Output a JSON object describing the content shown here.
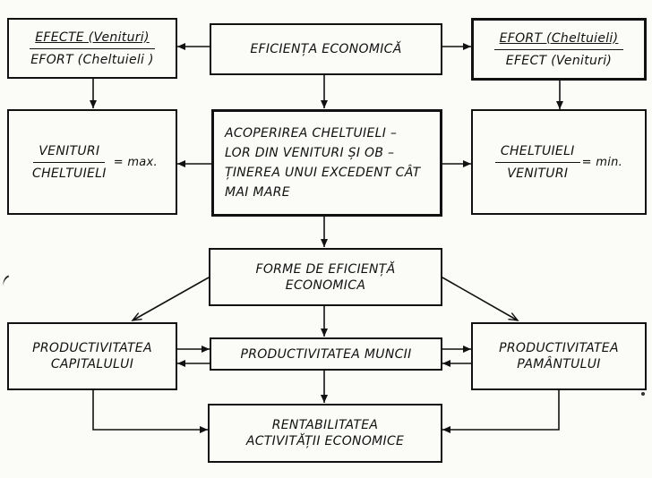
{
  "diagram": {
    "top_left": {
      "numerator": "EFECTE (Venituri)",
      "denominator": "EFORT (Cheltuieli )"
    },
    "top_center": {
      "label": "EFICIENȚA ECONOMICĂ"
    },
    "top_right": {
      "numerator": "EFORT (Cheltuieli)",
      "denominator": "EFECT (Venituri)"
    },
    "mid_left": {
      "numerator": "VENITURI",
      "denominator": "CHELTUIELI",
      "suffix": "= max."
    },
    "mid_center": {
      "lines": [
        "ACOPERIREA CHELTUIELI –",
        "LOR DIN VENITURI ȘI OB –",
        "ȚINEREA UNUI EXCEDENT CÂT",
        "MAI MARE"
      ]
    },
    "mid_right": {
      "numerator": "CHELTUIELI",
      "denominator": "VENITURI",
      "suffix": "= min."
    },
    "forms": {
      "lines": [
        "FORME DE EFICIENȚĂ",
        "ECONOMICA"
      ]
    },
    "prod_capital": {
      "lines": [
        "PRODUCTIVITATEA",
        "CAPITALULUI"
      ]
    },
    "prod_munca": {
      "label": "PRODUCTIVITATEA MUNCII"
    },
    "prod_pamant": {
      "lines": [
        "PRODUCTIVITATEA",
        "PAMÂNTULUI"
      ]
    },
    "rentabilitate": {
      "lines": [
        "RENTABILITATEA",
        "ACTIVITĂȚII ECONOMICE"
      ]
    }
  }
}
